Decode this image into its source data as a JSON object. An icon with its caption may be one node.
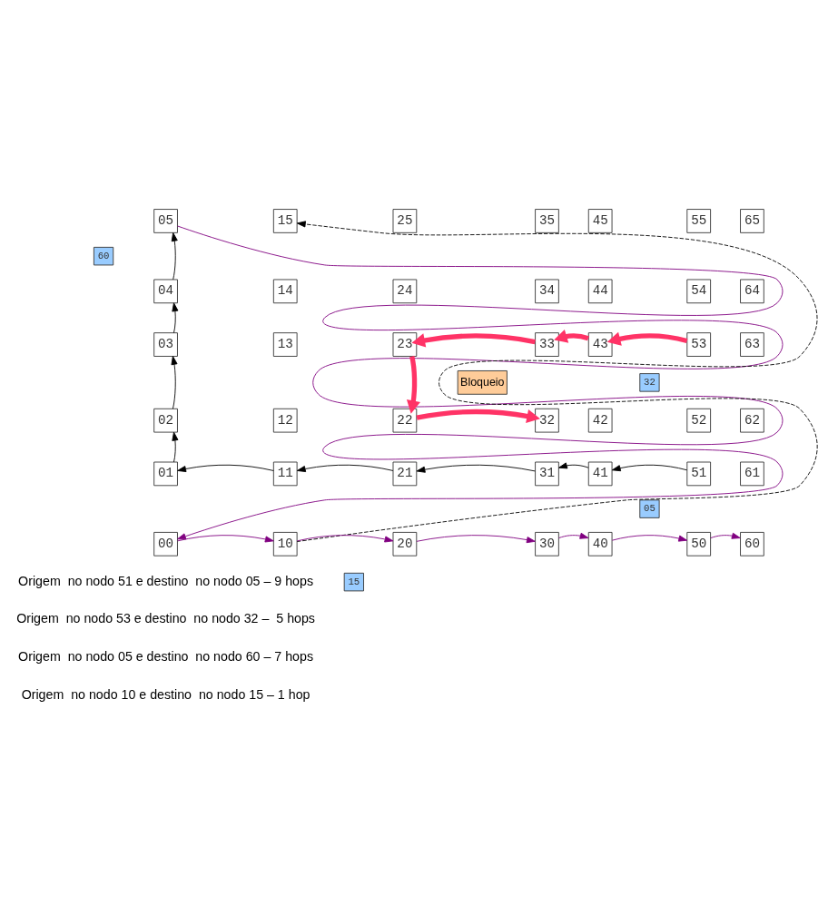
{
  "diagram": {
    "nodes": [
      {
        "text": [
          "05"
        ]
      },
      {
        "text": [
          "15"
        ]
      },
      {
        "text": [
          "25"
        ]
      },
      {
        "text": [
          "35"
        ]
      },
      {
        "text": [
          "45"
        ]
      },
      {
        "text": [
          "55"
        ]
      },
      {
        "text": [
          "65"
        ]
      },
      {
        "text": [
          "60"
        ]
      },
      {
        "text": [
          "04"
        ]
      },
      {
        "text": [
          "14"
        ]
      },
      {
        "text": [
          "24"
        ]
      },
      {
        "text": [
          "34"
        ]
      },
      {
        "text": [
          "44"
        ]
      },
      {
        "text": [
          "54"
        ]
      },
      {
        "text": [
          "64"
        ]
      },
      {
        "text": [
          "03"
        ]
      },
      {
        "text": [
          "13"
        ]
      },
      {
        "text": [
          "23"
        ]
      },
      {
        "text": [
          "33"
        ]
      },
      {
        "text": [
          "43"
        ]
      },
      {
        "text": [
          "53"
        ]
      },
      {
        "text": [
          "63"
        ]
      },
      {
        "text": [
          "32"
        ]
      },
      {
        "text": [
          "Bloqueio"
        ]
      },
      {
        "text": [
          "02"
        ]
      },
      {
        "text": [
          "12"
        ]
      },
      {
        "text": [
          "22"
        ]
      },
      {
        "text": [
          "32"
        ]
      },
      {
        "text": [
          "42"
        ]
      },
      {
        "text": [
          "52"
        ]
      },
      {
        "text": [
          "62"
        ]
      },
      {
        "text": [
          "01"
        ]
      },
      {
        "text": [
          "11"
        ]
      },
      {
        "text": [
          "21"
        ]
      },
      {
        "text": [
          "31"
        ]
      },
      {
        "text": [
          "41"
        ]
      },
      {
        "text": [
          "51"
        ]
      },
      {
        "text": [
          "61"
        ]
      },
      {
        "text": [
          "05"
        ]
      },
      {
        "text": [
          "00"
        ]
      },
      {
        "text": [
          "10"
        ]
      },
      {
        "text": [
          "20"
        ]
      },
      {
        "text": [
          "30"
        ]
      },
      {
        "text": [
          "40"
        ]
      },
      {
        "text": [
          "50"
        ]
      },
      {
        "text": [
          "60"
        ]
      },
      {
        "text": [
          "15"
        ]
      }
    ],
    "edges": [
      {
        "from": 36,
        "to": 35,
        "arrow": "to"
      },
      {
        "from": 35,
        "to": 34,
        "arrow": "to"
      },
      {
        "from": 34,
        "to": 33,
        "arrow": "to"
      },
      {
        "from": 33,
        "to": 32,
        "arrow": "to"
      },
      {
        "from": 32,
        "to": 31,
        "arrow": "to"
      },
      {
        "from": 31,
        "to": 24,
        "arrow": "to"
      },
      {
        "from": 24,
        "to": 15,
        "arrow": "to"
      },
      {
        "from": 15,
        "to": 8,
        "arrow": "to"
      },
      {
        "from": 8,
        "to": 0,
        "arrow": "to"
      },
      {
        "from": 20,
        "to": 19,
        "arrow": "to",
        "style": "thick",
        "color": "#ff3366"
      },
      {
        "from": 19,
        "to": 18,
        "arrow": "to",
        "style": "thick",
        "color": "#ff3366"
      },
      {
        "from": 18,
        "to": 17,
        "arrow": "to",
        "style": "thick",
        "color": "#ff3366"
      },
      {
        "from": 17,
        "to": 26,
        "arrow": "to",
        "style": "thick",
        "color": "#ff3366"
      },
      {
        "from": 26,
        "to": 27,
        "arrow": "to",
        "style": "thick",
        "color": "#ff3366"
      },
      {
        "from": 0,
        "to": 39,
        "arrow": "to",
        "color": "#800080"
      },
      {
        "from": 39,
        "to": 40,
        "arrow": "to",
        "color": "#800080"
      },
      {
        "from": 40,
        "to": 41,
        "arrow": "to",
        "color": "#800080"
      },
      {
        "from": 41,
        "to": 42,
        "arrow": "to",
        "color": "#800080"
      },
      {
        "from": 42,
        "to": 43,
        "arrow": "to",
        "color": "#800080"
      },
      {
        "from": 43,
        "to": 44,
        "arrow": "to",
        "color": "#800080"
      },
      {
        "from": 44,
        "to": 45,
        "arrow": "to",
        "color": "#800080"
      },
      {
        "from": 40,
        "to": 1,
        "arrow": "to",
        "style": "dashed"
      }
    ],
    "legend": [
      {
        "text": "Origem  no nodo 51 e destino  no nodo 05 – 9 hops"
      },
      {
        "text": "Origem  no nodo 53 e destino  no nodo 32 –  5 hops"
      },
      {
        "text": "Origem  no nodo 05 e destino  no nodo 60 – 7 hops"
      },
      {
        "text": "Origem  no nodo 10 e destino  no nodo 15 – 1 hop"
      }
    ]
  }
}
